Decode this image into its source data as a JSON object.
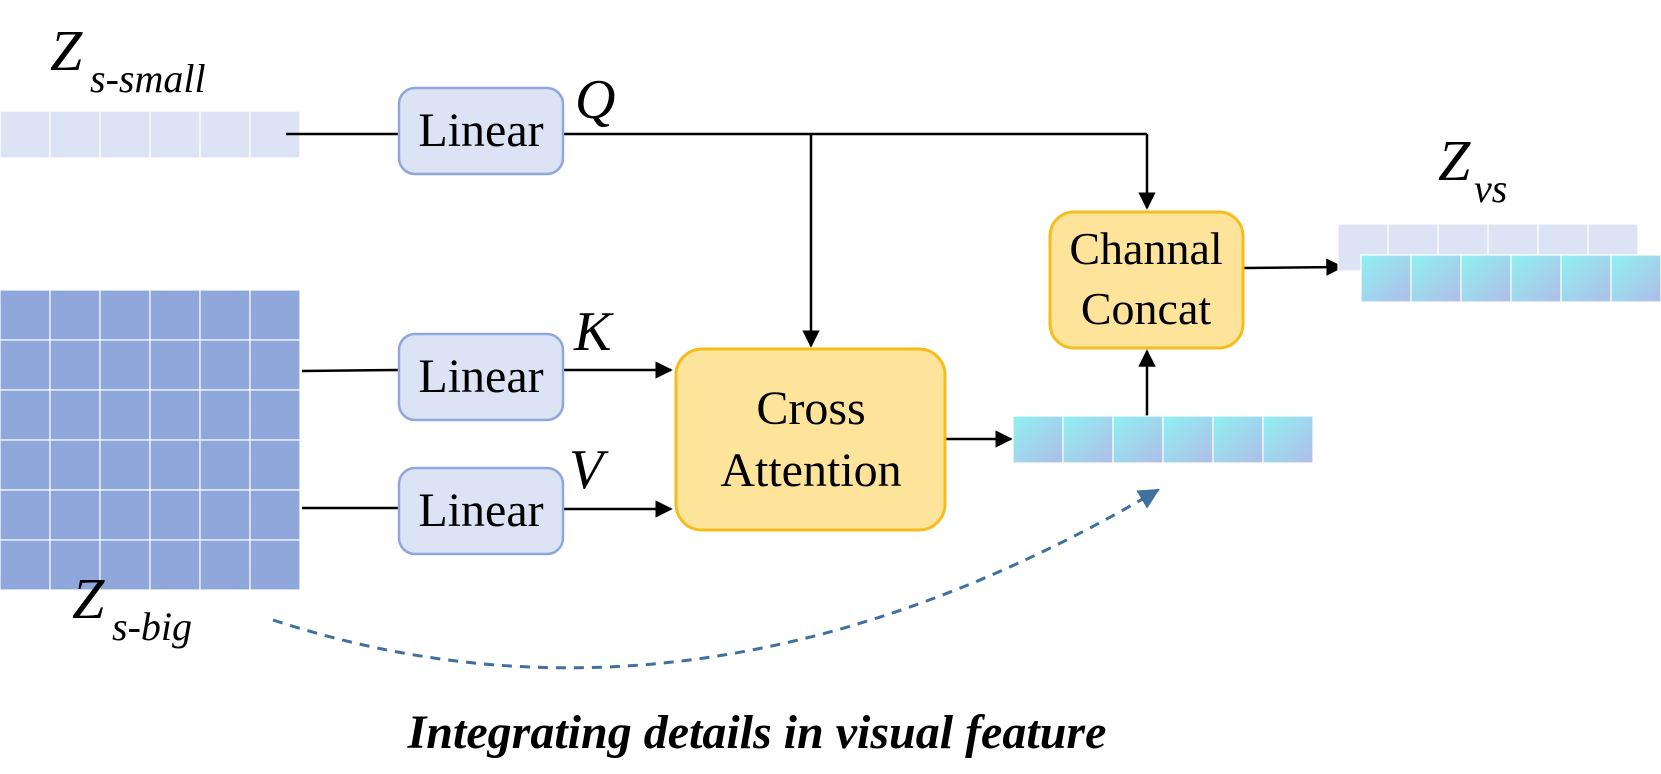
{
  "labels": {
    "z_small_main": "Z",
    "z_small_sub": "s-small",
    "z_big_main": "Z",
    "z_big_sub": "s-big",
    "z_vs_main": "Z",
    "z_vs_sub": "vs",
    "q": "Q",
    "k": "K",
    "v": "V"
  },
  "boxes": {
    "linear_q": "Linear",
    "linear_k": "Linear",
    "linear_v": "Linear",
    "cross_line1": "Cross",
    "cross_line2": "Attention",
    "concat_line1": "Channal",
    "concat_line2": "Concat"
  },
  "caption": "Integrating details in visual feature",
  "colors": {
    "small_token": "#dce3f4",
    "big_token": "#8fa7db",
    "linear_fill": "#dce3f4",
    "linear_stroke": "#8fa7db",
    "attention_fill": "#fde49a",
    "attention_stroke": "#f5bc1c",
    "token_gradient_a": "#8ff0f2",
    "token_gradient_b": "#b0bde8",
    "arc": "#40709f"
  }
}
